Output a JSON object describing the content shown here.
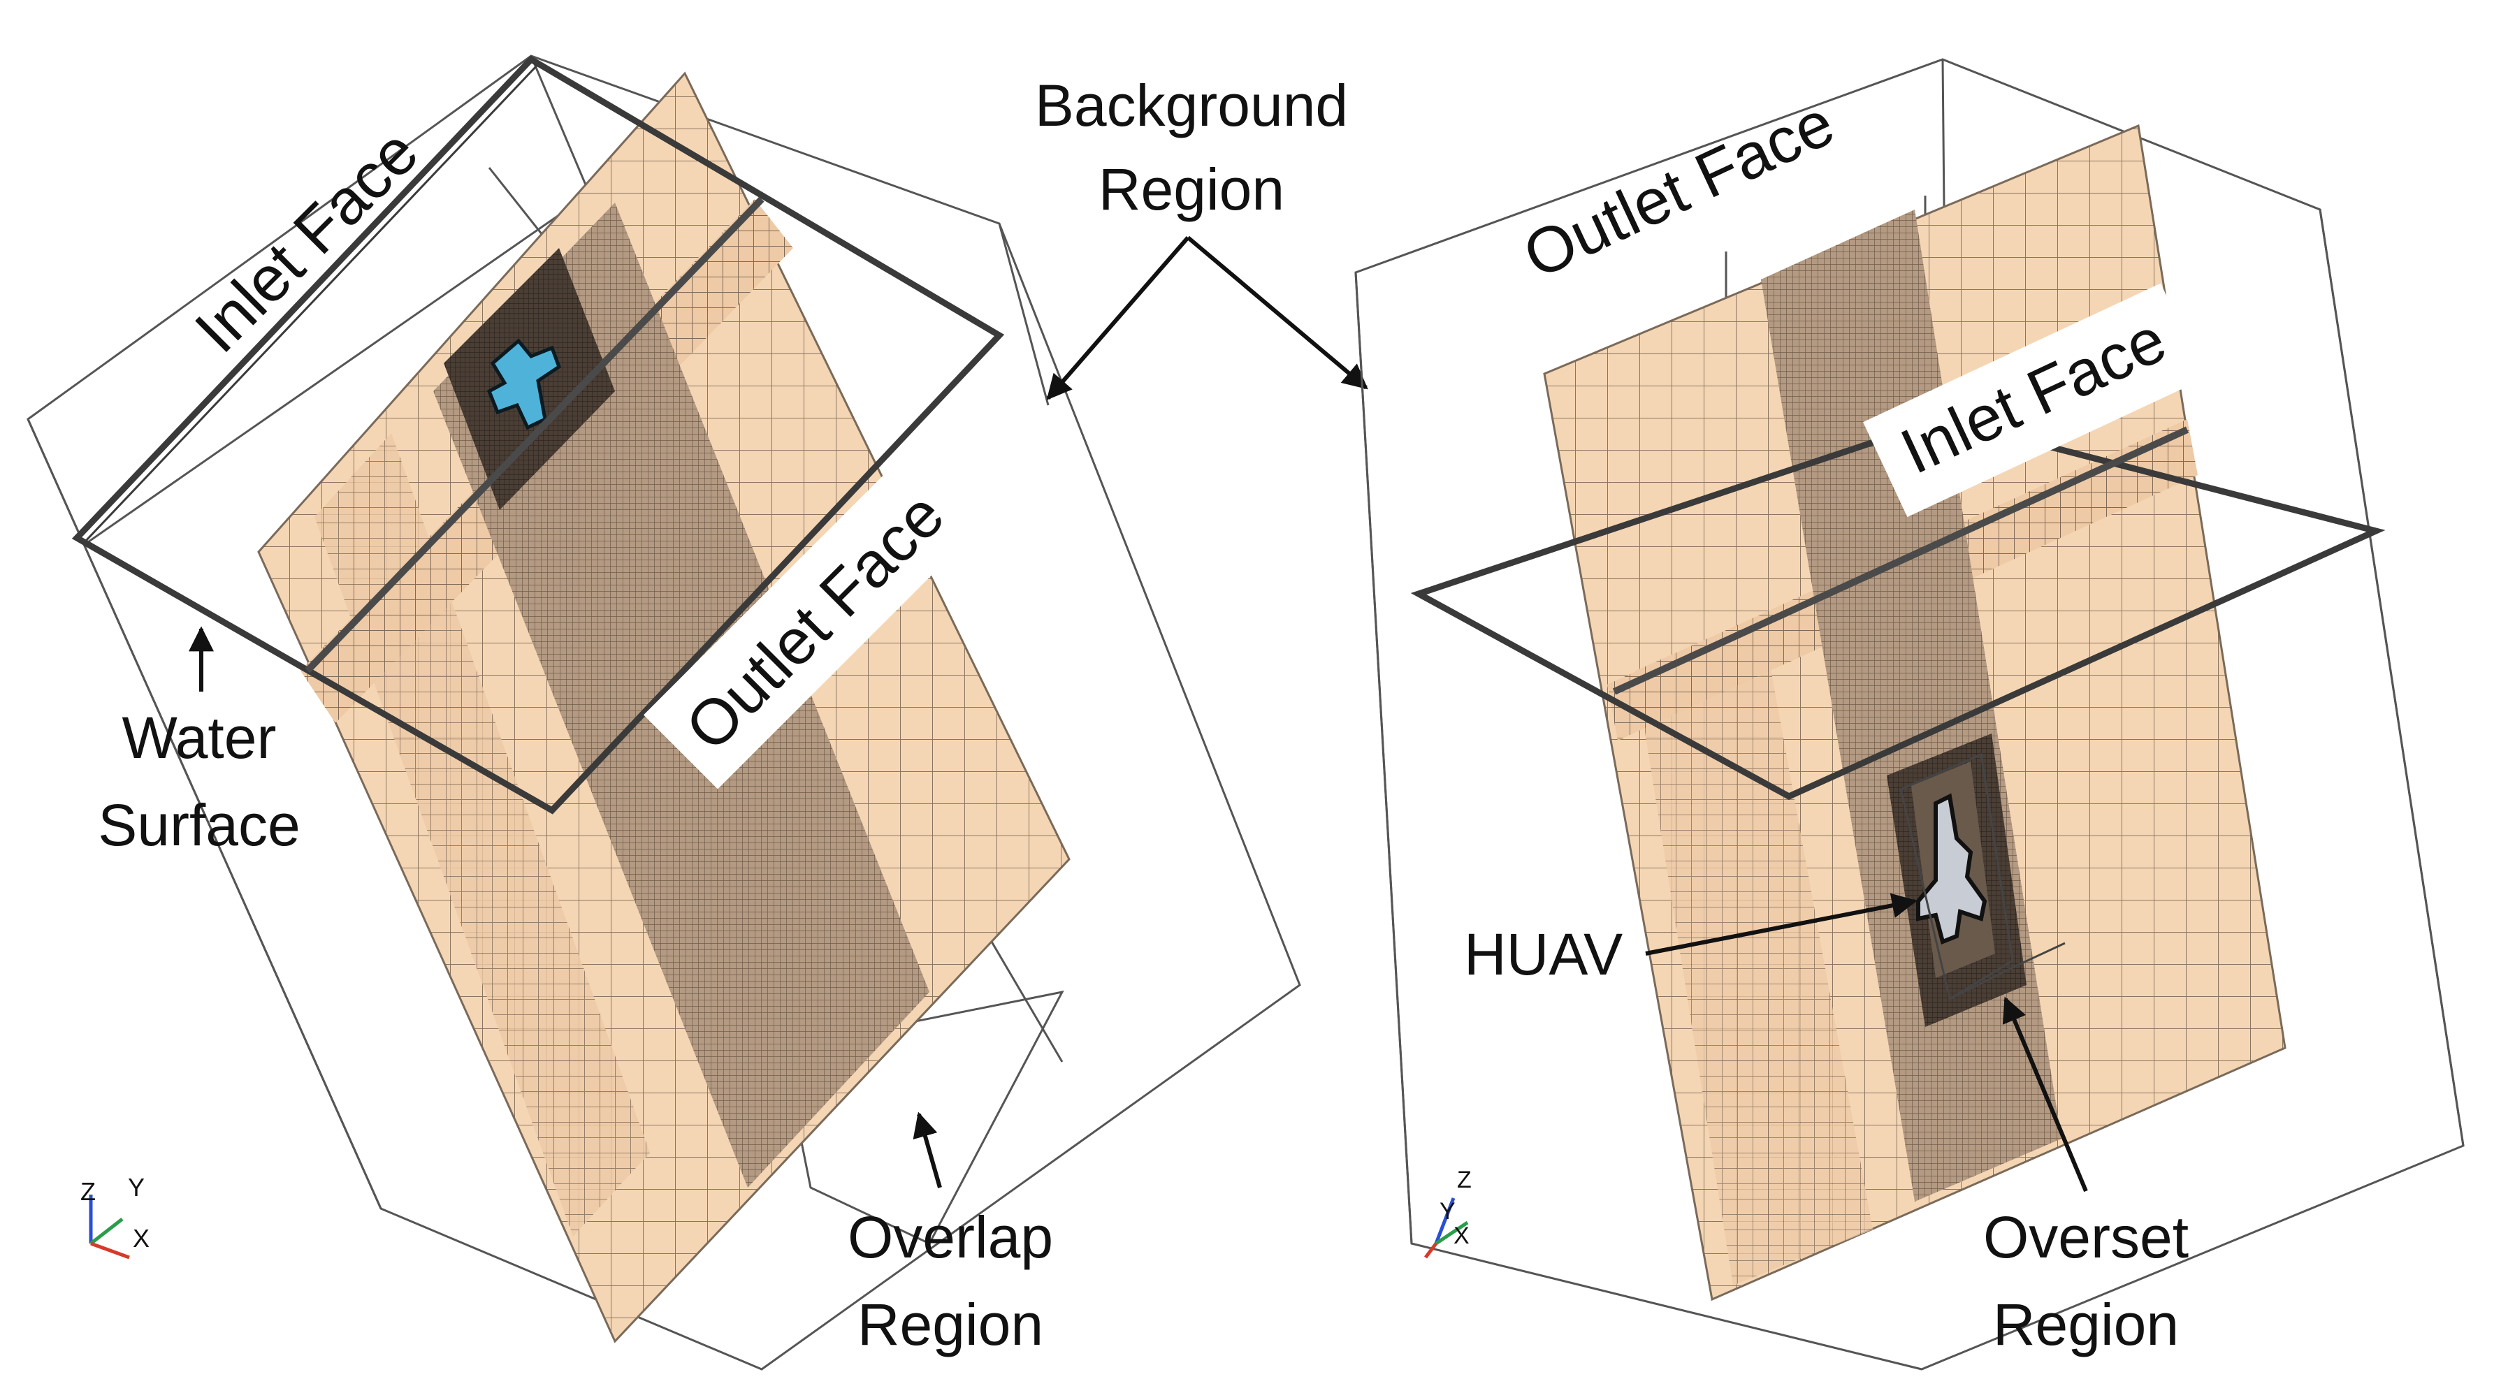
{
  "labels": {
    "background_region_line1": "Background",
    "background_region_line2": "Region",
    "left_inlet_face": "Inlet Face",
    "left_outlet_face": "Outlet Face",
    "water_surface_line1": "Water",
    "water_surface_line2": "Surface",
    "overlap_region_line1": "Overlap",
    "overlap_region_line2": "Region",
    "right_outlet_face": "Outlet Face",
    "right_inlet_face": "Inlet Face",
    "huav": "HUAV",
    "overset_region_line1": "Overset",
    "overset_region_line2": "Region"
  },
  "axis_triad_left": {
    "z": "Z",
    "y": "Y",
    "x": "X"
  },
  "axis_triad_right": {
    "z": "Z",
    "y": "Y",
    "x": "X"
  },
  "colors": {
    "mesh_fill": "#f5d6b4",
    "mesh_line": "#7a6a5a",
    "dense_mesh": "#8c7a68",
    "refine_core": "#3a2f28",
    "huav_left": "#4fb3d9",
    "huav_right": "#c8ccd4",
    "domain_edge": "#444444",
    "water_surface": "#555555"
  }
}
